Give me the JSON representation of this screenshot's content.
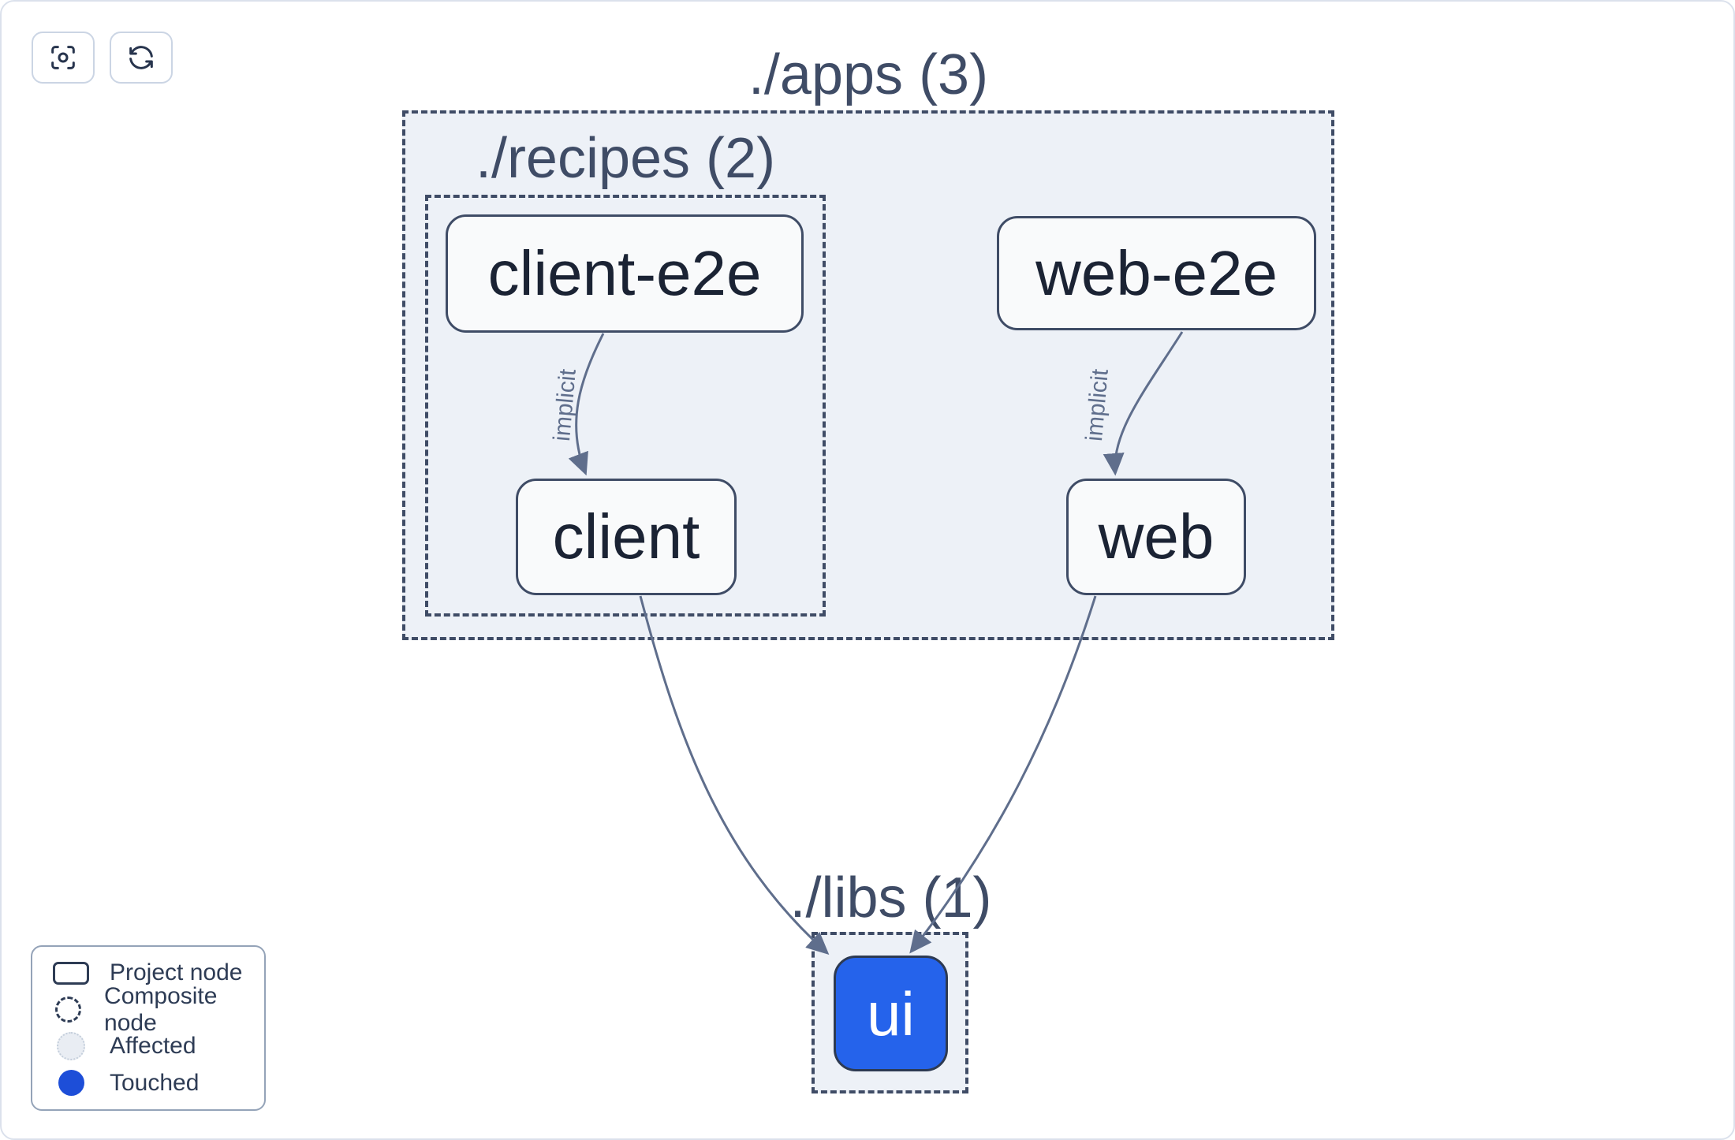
{
  "toolbar": {
    "buttons": [
      {
        "name": "focus-button",
        "icon": "focus-icon"
      },
      {
        "name": "refresh-button",
        "icon": "refresh-icon"
      }
    ]
  },
  "graph": {
    "groups": [
      {
        "id": "apps",
        "label": "./apps (3)"
      },
      {
        "id": "recipes",
        "label": "./recipes (2)"
      },
      {
        "id": "libs",
        "label": "./libs (1)"
      }
    ],
    "nodes": [
      {
        "id": "client-e2e",
        "label": "client-e2e",
        "type": "project"
      },
      {
        "id": "client",
        "label": "client",
        "type": "project"
      },
      {
        "id": "web-e2e",
        "label": "web-e2e",
        "type": "project"
      },
      {
        "id": "web",
        "label": "web",
        "type": "project"
      },
      {
        "id": "ui",
        "label": "ui",
        "type": "project",
        "state": "touched"
      }
    ],
    "edges": [
      {
        "from": "client-e2e",
        "to": "client",
        "label": "implicit"
      },
      {
        "from": "web-e2e",
        "to": "web",
        "label": "implicit"
      },
      {
        "from": "client",
        "to": "ui",
        "label": ""
      },
      {
        "from": "web",
        "to": "ui",
        "label": ""
      }
    ]
  },
  "legend": {
    "items": [
      {
        "label": "Project node",
        "icon": "project-node-icon"
      },
      {
        "label": "Composite node",
        "icon": "composite-node-icon"
      },
      {
        "label": "Affected",
        "icon": "affected-icon"
      },
      {
        "label": "Touched",
        "icon": "touched-icon"
      }
    ]
  },
  "colors": {
    "touched_blue": "#2563eb",
    "legend_touched_blue": "#1d4ed8",
    "affected_gray": "#e9edf3",
    "edge": "#5f6e8c",
    "dashed_border": "#3f4c66",
    "composite_fill": "#edf1f7",
    "node_fill": "#f9fafb",
    "node_border": "#3f4c66",
    "node_text": "#1b2334",
    "title_text": "#3f4c66"
  }
}
